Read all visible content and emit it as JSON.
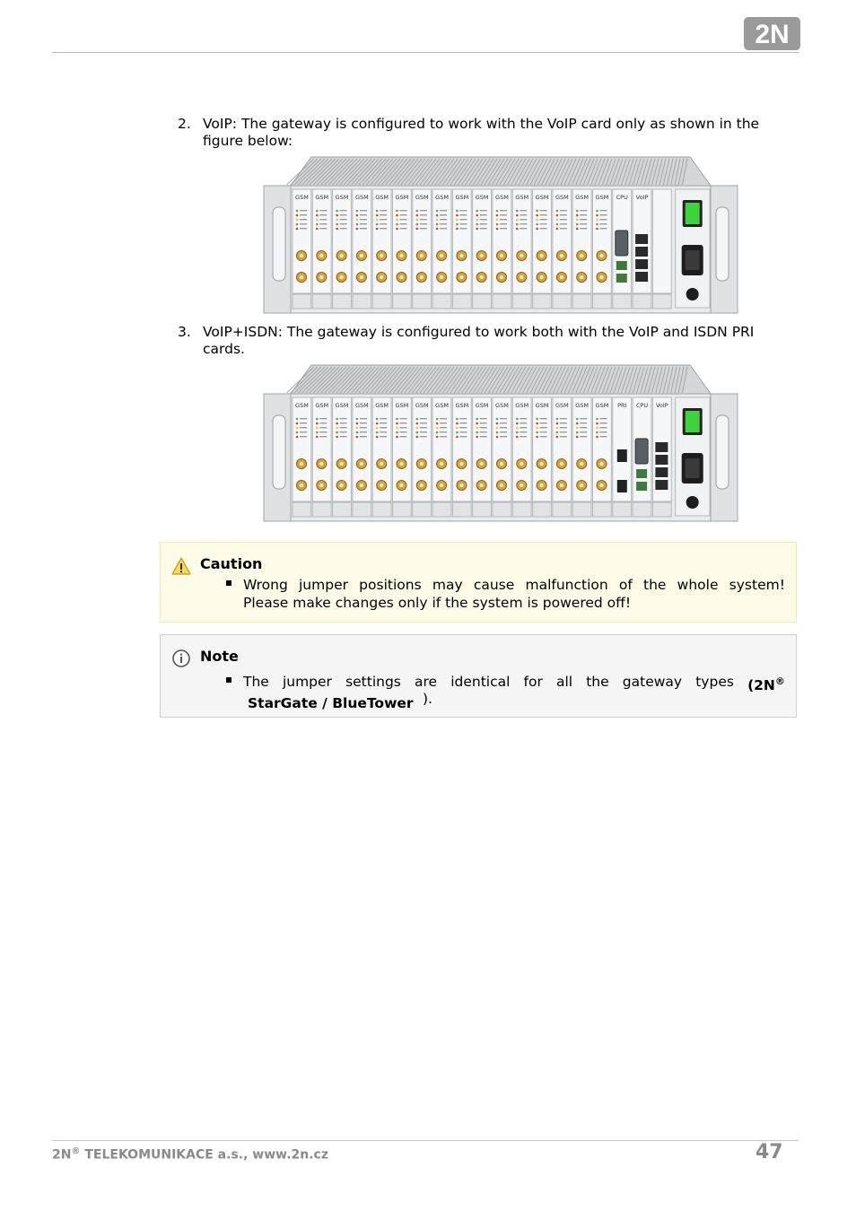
{
  "header": {
    "logo_text": "2N"
  },
  "items": [
    {
      "number": "2.",
      "text": "VoIP: The gateway is configured to work with the VoIP card only as shown in the figure below:"
    },
    {
      "number": "3.",
      "text": "VoIP+ISDN: The gateway is configured to work both with the VoIP and ISDN PRI cards."
    }
  ],
  "figure_voip": {
    "card_label": "GSM",
    "tail_labels": [
      "CPU",
      "VoIP"
    ]
  },
  "figure_isdn": {
    "card_label": "GSM",
    "tail_labels": [
      "PRI",
      "CPU",
      "VoIP"
    ]
  },
  "caution": {
    "title": "Caution",
    "line1_words": [
      "Wrong",
      "jumper",
      "positions",
      "may",
      "cause",
      "malfunction",
      "of",
      "the",
      "whole",
      "system!"
    ],
    "line2": "Please make changes only if the system is powered off!"
  },
  "note": {
    "title": "Note",
    "line1_words": [
      "The",
      "jumper",
      "settings",
      "are",
      "identical",
      "for",
      "all",
      "the",
      "gateway",
      "types"
    ],
    "brand_open": "(2N",
    "reg": "®",
    "brand_products": "StarGate / BlueTower",
    "close": ")."
  },
  "footer": {
    "brand": "2N",
    "reg": "®",
    "company": "TELEKOMUNIKACE a.s., www.2n.cz",
    "page_number": "47"
  }
}
